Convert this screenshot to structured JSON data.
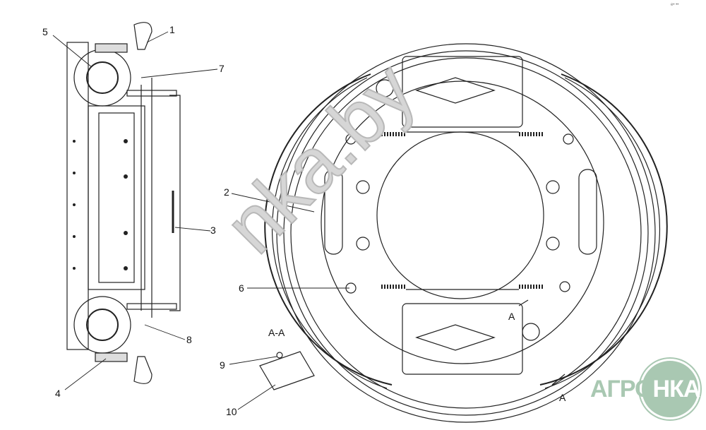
{
  "title": "Brake drum assembly drawing",
  "callouts": {
    "c1": "1",
    "c2": "2",
    "c3": "3",
    "c4": "4",
    "c5": "5",
    "c6": "6",
    "c7": "7",
    "c8": "8",
    "c9": "9",
    "c10": "10"
  },
  "section_label": "A-A",
  "section_marks": [
    "A",
    "A"
  ],
  "watermark": "nka.by",
  "logo": {
    "left": "АГРО",
    "right": "НКА"
  },
  "corner_text": "e• ••"
}
